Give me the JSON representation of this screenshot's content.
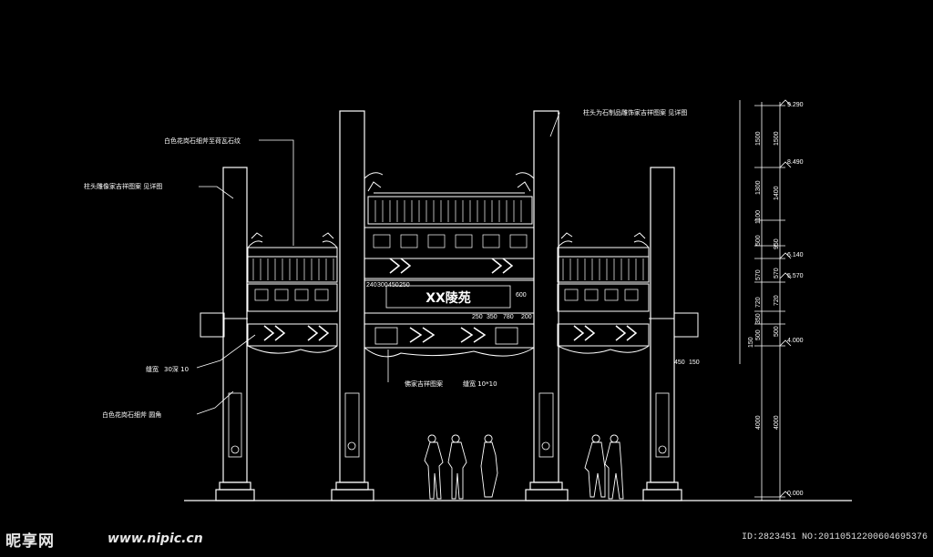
{
  "drawing": {
    "sign_text": "XX陵苑",
    "annotations": {
      "top_left": "白色花岗石细斧至荷瓦石纹",
      "left_upper": "柱头雕像家吉祥图案 见详图",
      "top_right": "柱头为石制品雕饰家吉祥图案 见详图",
      "left_mid_a": "缝宽",
      "left_mid_b": "30深 10",
      "left_lower": "白色花岗石细斧 圆角",
      "center_lower": "佛家吉祥图案",
      "center_seam": "缝宽 10*10"
    },
    "dims_small": {
      "beam_width": "600",
      "side_label": "450",
      "side_label_b": "150",
      "beam_row": [
        "240",
        "300",
        "450",
        "250"
      ],
      "beam_row2": [
        "250",
        "350",
        "780",
        "200"
      ]
    },
    "elevations": [
      "9.290",
      "8.490",
      "6.140",
      "5.570",
      "4.000",
      "0.000"
    ],
    "vertical_dims_a": [
      "1500",
      "1300",
      "1100",
      "500",
      "570",
      "720",
      "350",
      "500",
      "4000"
    ],
    "vertical_dims_b": [
      "1500",
      "1400",
      "950",
      "570",
      "720",
      "500",
      "4000"
    ],
    "vertical_dims_c": [
      "150"
    ]
  },
  "footer": {
    "logo": "昵享网",
    "url": "www.nipic.cn",
    "id_text": "ID:2823451 NO:20110512200604695376"
  }
}
